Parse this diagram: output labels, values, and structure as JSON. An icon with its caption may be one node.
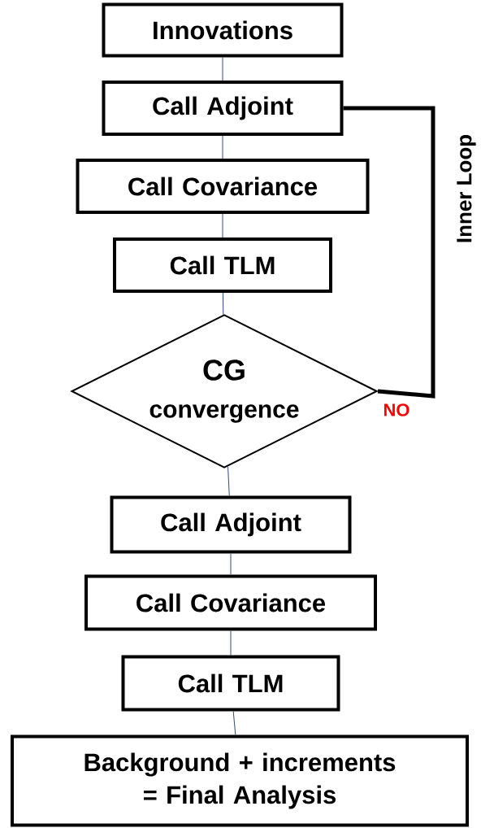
{
  "diagram": {
    "nodes": [
      {
        "text": [
          "Innovations"
        ]
      },
      {
        "text": [
          "Call Adjoint"
        ]
      },
      {
        "text": [
          "Call Covariance"
        ]
      },
      {
        "text": [
          "Call TLM"
        ]
      },
      {
        "text": [
          "CG",
          "convergence"
        ]
      },
      {
        "text": [
          "Call Adjoint"
        ]
      },
      {
        "text": [
          "Call Covariance"
        ]
      },
      {
        "text": [
          "Call TLM"
        ]
      },
      {
        "text": [
          "Background + increments = Final Analysis"
        ]
      }
    ],
    "edges": [
      {
        "from": 0,
        "to": 1,
        "arrow": "none"
      },
      {
        "from": 1,
        "to": 2,
        "arrow": "none"
      },
      {
        "from": 2,
        "to": 3,
        "arrow": "none"
      },
      {
        "from": 3,
        "to": 4,
        "arrow": "none"
      },
      {
        "from": 4,
        "to": 1,
        "arrow": "none",
        "label": "Inner Loop",
        "style": "thick",
        "color": "#000000"
      },
      {
        "from": 4,
        "to": 5,
        "arrow": "none"
      },
      {
        "from": 5,
        "to": 6,
        "arrow": "none"
      },
      {
        "from": 6,
        "to": 7,
        "arrow": "none"
      },
      {
        "from": 7,
        "to": 8,
        "arrow": "none"
      }
    ],
    "labels": [
      "NO"
    ]
  }
}
